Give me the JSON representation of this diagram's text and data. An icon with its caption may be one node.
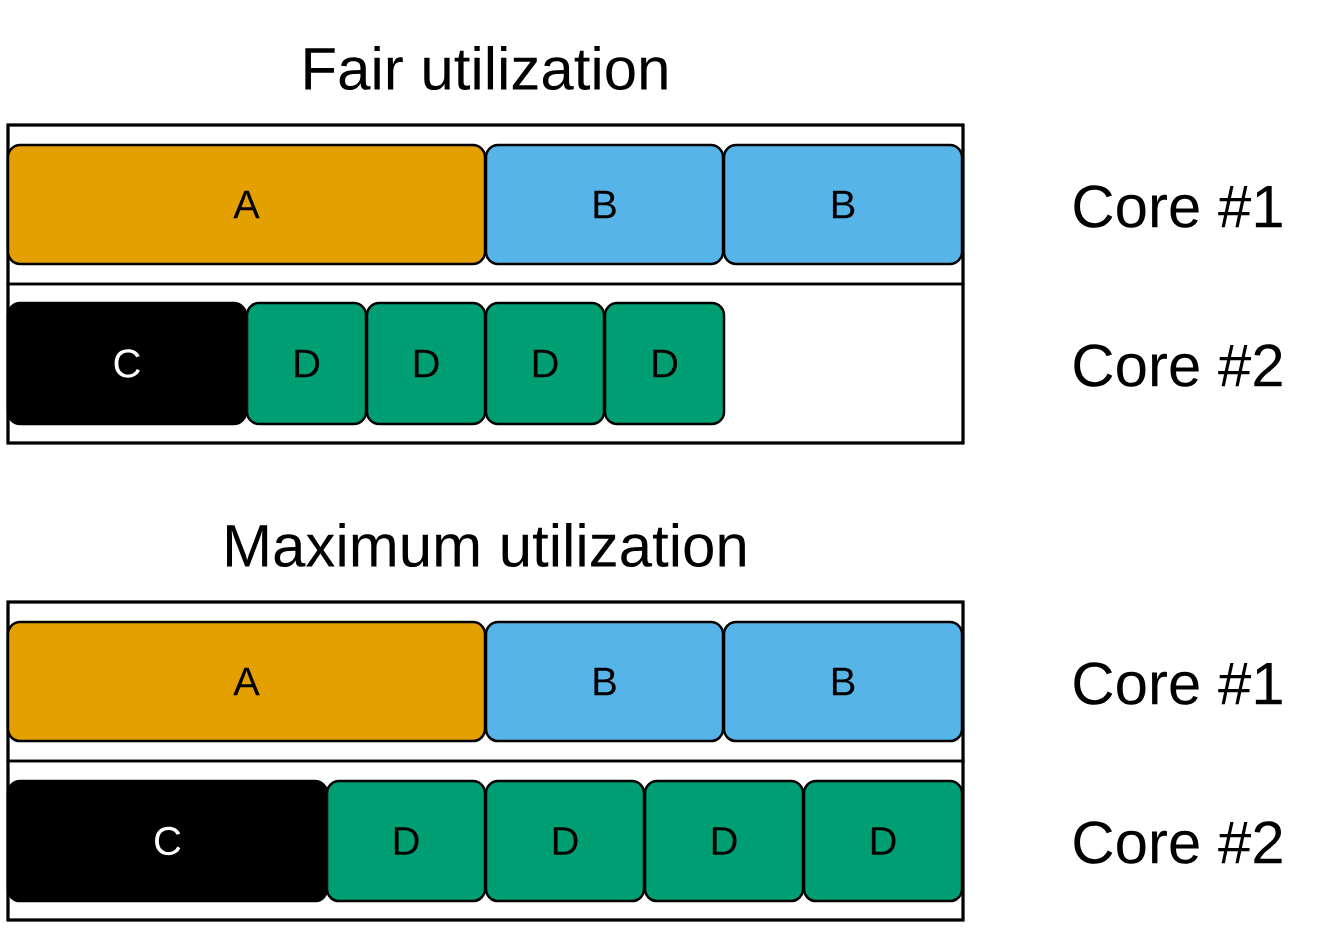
{
  "diagram": {
    "nodes": [
      {
        "text": [
          "Fair utilization"
        ]
      },
      {
        "text": [],
        "shape": "box",
        "in": 0,
        "beside": [
          "Core #1"
        ]
      },
      {
        "text": [
          "A"
        ],
        "in": 1
      },
      {
        "text": [
          "B"
        ],
        "in": 1
      },
      {
        "text": [
          "B"
        ],
        "in": 1
      },
      {
        "text": [],
        "shape": "box",
        "in": 0,
        "beside": [
          "Core #2"
        ]
      },
      {
        "text": [
          "C"
        ],
        "in": 5
      },
      {
        "text": [
          "D"
        ],
        "in": 5
      },
      {
        "text": [
          "D"
        ],
        "in": 5
      },
      {
        "text": [
          "D"
        ],
        "in": 5
      },
      {
        "text": [
          "D"
        ],
        "in": 5
      },
      {
        "text": [
          "Maximum utilization"
        ]
      },
      {
        "text": [],
        "shape": "box",
        "in": 11,
        "beside": [
          "Core #1"
        ]
      },
      {
        "text": [
          "A"
        ],
        "in": 12
      },
      {
        "text": [
          "B"
        ],
        "in": 12
      },
      {
        "text": [
          "B"
        ],
        "in": 12
      },
      {
        "text": [],
        "shape": "box",
        "in": 11,
        "beside": [
          "Core #2"
        ]
      },
      {
        "text": [
          "C"
        ],
        "in": 16
      },
      {
        "text": [
          "D"
        ],
        "in": 16
      },
      {
        "text": [
          "D"
        ],
        "in": 16
      },
      {
        "text": [
          "D"
        ],
        "in": 16
      },
      {
        "text": [
          "D"
        ],
        "in": 16
      }
    ]
  }
}
